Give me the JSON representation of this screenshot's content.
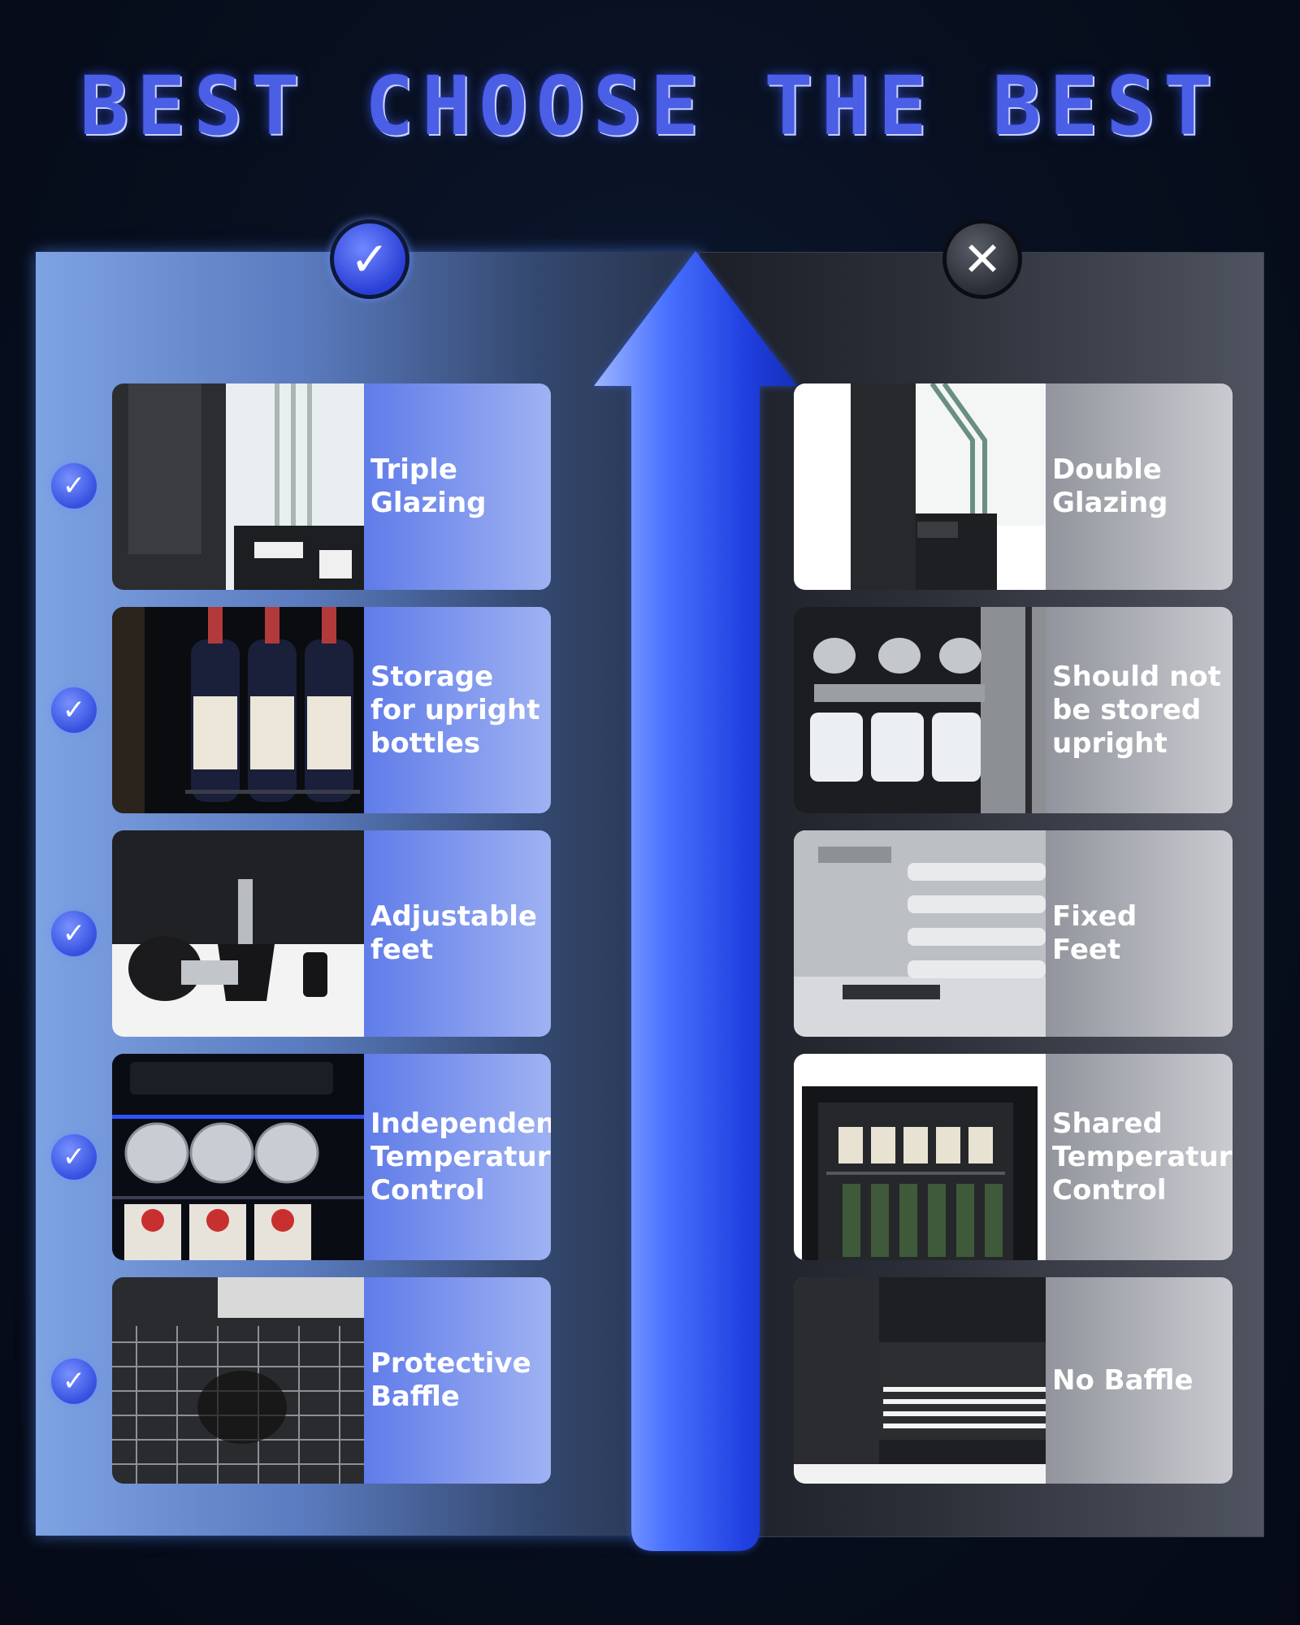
{
  "title": "BEST CHOOSE THE BEST",
  "badges": {
    "good": "✓",
    "bad": "✕"
  },
  "good_features": [
    {
      "label": "Triple\nGlazing",
      "image": "triple-glazing-window-profile"
    },
    {
      "label": "Storage\nfor upright\nbottles",
      "image": "wine-bottles-upright"
    },
    {
      "label": "Adjustable\nfeet",
      "image": "adjustable-leveling-feet"
    },
    {
      "label": "Independent\nTemperature\nControl",
      "image": "dual-zone-control-panel"
    },
    {
      "label": "Protective\nBaffle",
      "image": "compressor-with-baffle"
    }
  ],
  "bad_features": [
    {
      "label": "Double\nGlazing",
      "image": "double-glazing-window-profile"
    },
    {
      "label": "Should not\nbe stored\nupright",
      "image": "cans-and-jugs-shelf"
    },
    {
      "label": "Fixed\nFeet",
      "image": "fixed-feet-cabinet"
    },
    {
      "label": "Shared\nTemperature\nControl",
      "image": "single-zone-fridge"
    },
    {
      "label": "No Baffle",
      "image": "open-vent-grille"
    }
  ],
  "colors": {
    "accent": "#4a5fe6",
    "good_card": "#3d58d8",
    "bad_card": "#8e9199",
    "background": "#060d1c"
  }
}
